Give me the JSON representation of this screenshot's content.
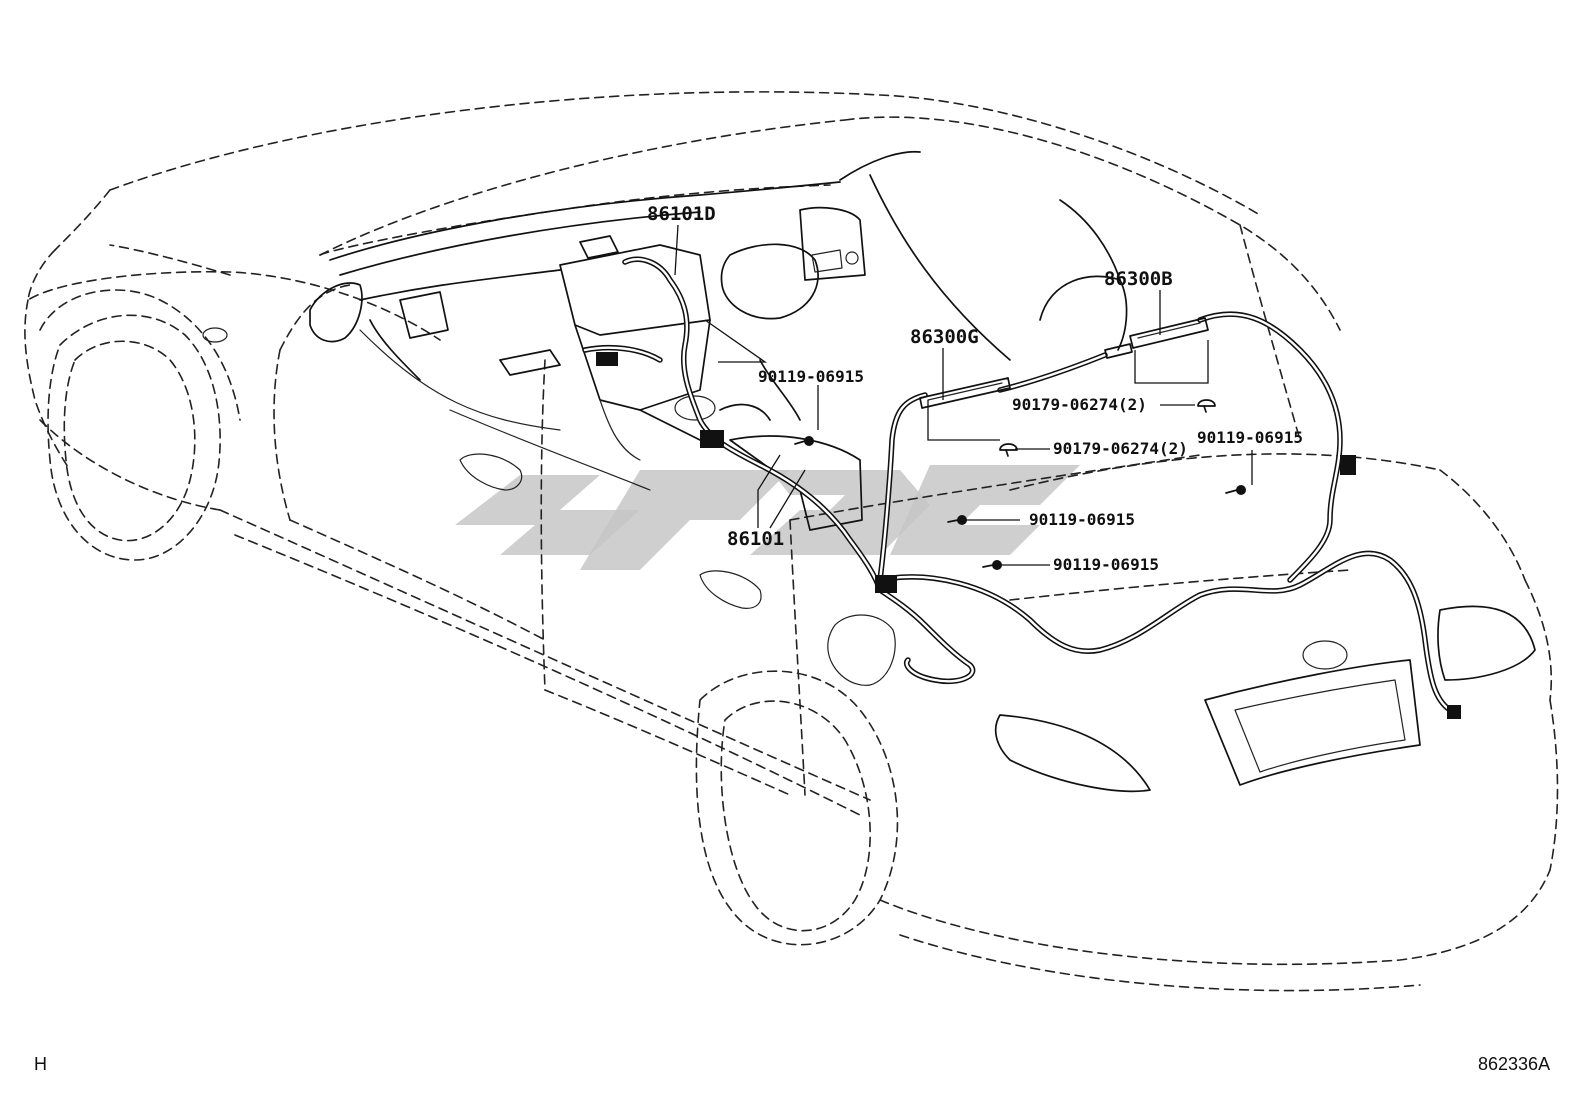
{
  "labels": {
    "p86101D": "86101D",
    "p86101": "86101",
    "p86300G": "86300G",
    "p86300B": "86300B",
    "screw_a": "90119-06915",
    "screw_b": "90119-06915",
    "screw_c": "90119-06915",
    "screw_d": "90119-06915",
    "clip_a": "90179-06274(2)",
    "clip_b": "90179-06274(2)"
  },
  "footer": {
    "left_mark": "H",
    "diagram_code": "862336A"
  }
}
